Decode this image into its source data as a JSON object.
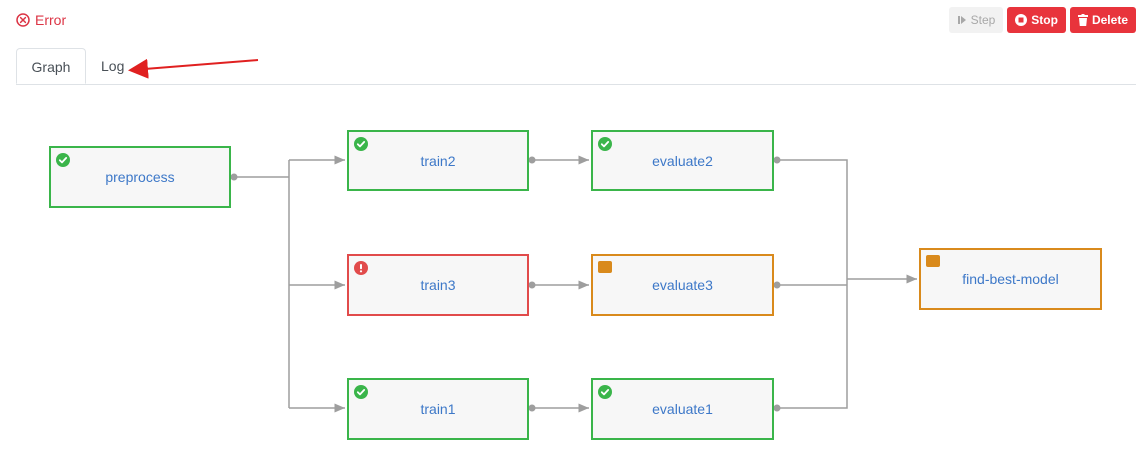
{
  "status": {
    "label": "Error",
    "color": "#dc3545"
  },
  "toolbar": {
    "step_label": "Step",
    "stop_label": "Stop",
    "delete_label": "Delete"
  },
  "tabs": {
    "graph": "Graph",
    "log": "Log"
  },
  "nodes": {
    "preprocess": {
      "label": "preprocess",
      "state": "success"
    },
    "train2": {
      "label": "train2",
      "state": "success"
    },
    "evaluate2": {
      "label": "evaluate2",
      "state": "success"
    },
    "train3": {
      "label": "train3",
      "state": "error"
    },
    "evaluate3": {
      "label": "evaluate3",
      "state": "pending"
    },
    "train1": {
      "label": "train1",
      "state": "success"
    },
    "evaluate1": {
      "label": "evaluate1",
      "state": "success"
    },
    "find_best_model": {
      "label": "find-best-model",
      "state": "pending"
    }
  },
  "colors": {
    "success": "#3ab54a",
    "error": "#e14b4b",
    "pending": "#d98a1c",
    "node_text": "#3d78c8",
    "edge": "#9e9e9e",
    "arrow": "#e02020"
  }
}
